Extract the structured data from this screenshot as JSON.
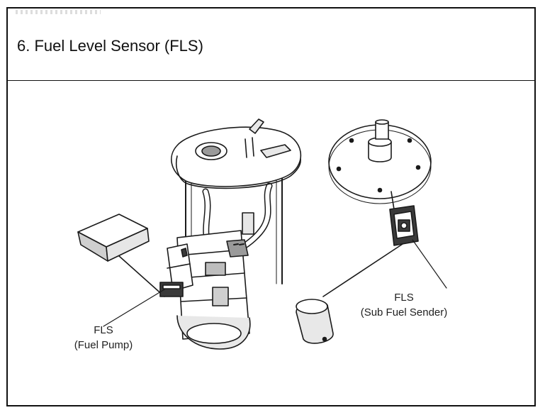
{
  "section": {
    "title": "6. Fuel Level Sensor (FLS)"
  },
  "labels": {
    "fuel_pump_line1": "FLS",
    "fuel_pump_line2": "(Fuel Pump)",
    "sub_sender_line1": "FLS",
    "sub_sender_line2": "(Sub Fuel Sender)"
  },
  "colors": {
    "line": "#1a1a1a",
    "fill": "#ffffff",
    "shade": "#9a9a9a",
    "dark": "#3a3a3a"
  }
}
